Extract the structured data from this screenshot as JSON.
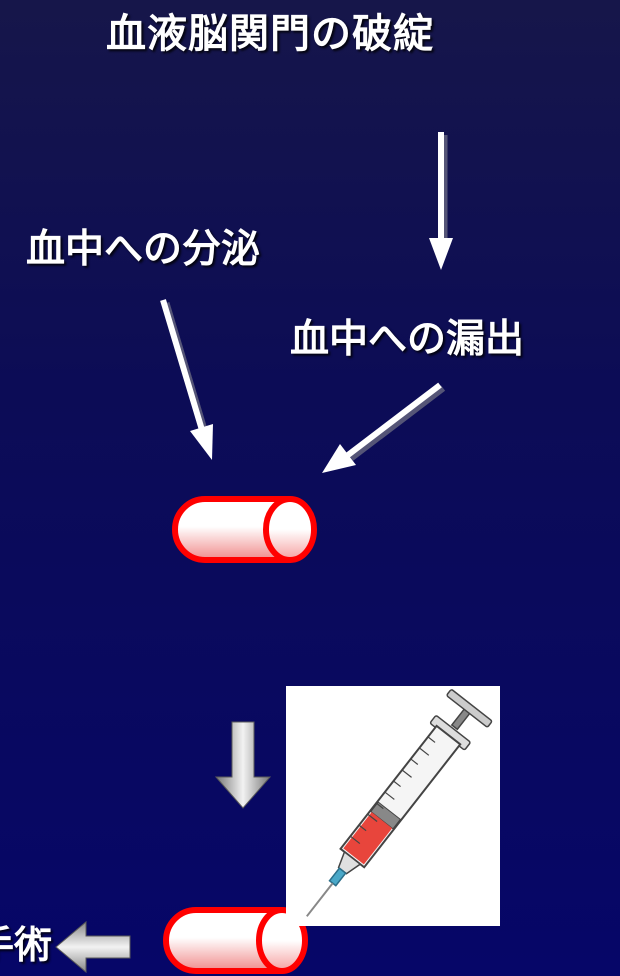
{
  "title": "血液脳関門の破綻",
  "labels": {
    "secretion": "血中への分泌",
    "leakage": "血中への漏出",
    "bottom_cut": "手術"
  },
  "icons": {
    "tube_top": "blood-tube-icon",
    "tube_bottom": "blood-tube-icon",
    "syringe": "syringe-icon",
    "down_arrow": "gray-down-arrow-icon",
    "left_arrow": "gray-left-arrow-icon"
  },
  "colors": {
    "background": "#0c0c56",
    "text": "#ffffff",
    "tube_outline": "#ff0000",
    "blood": "#e8453c"
  }
}
